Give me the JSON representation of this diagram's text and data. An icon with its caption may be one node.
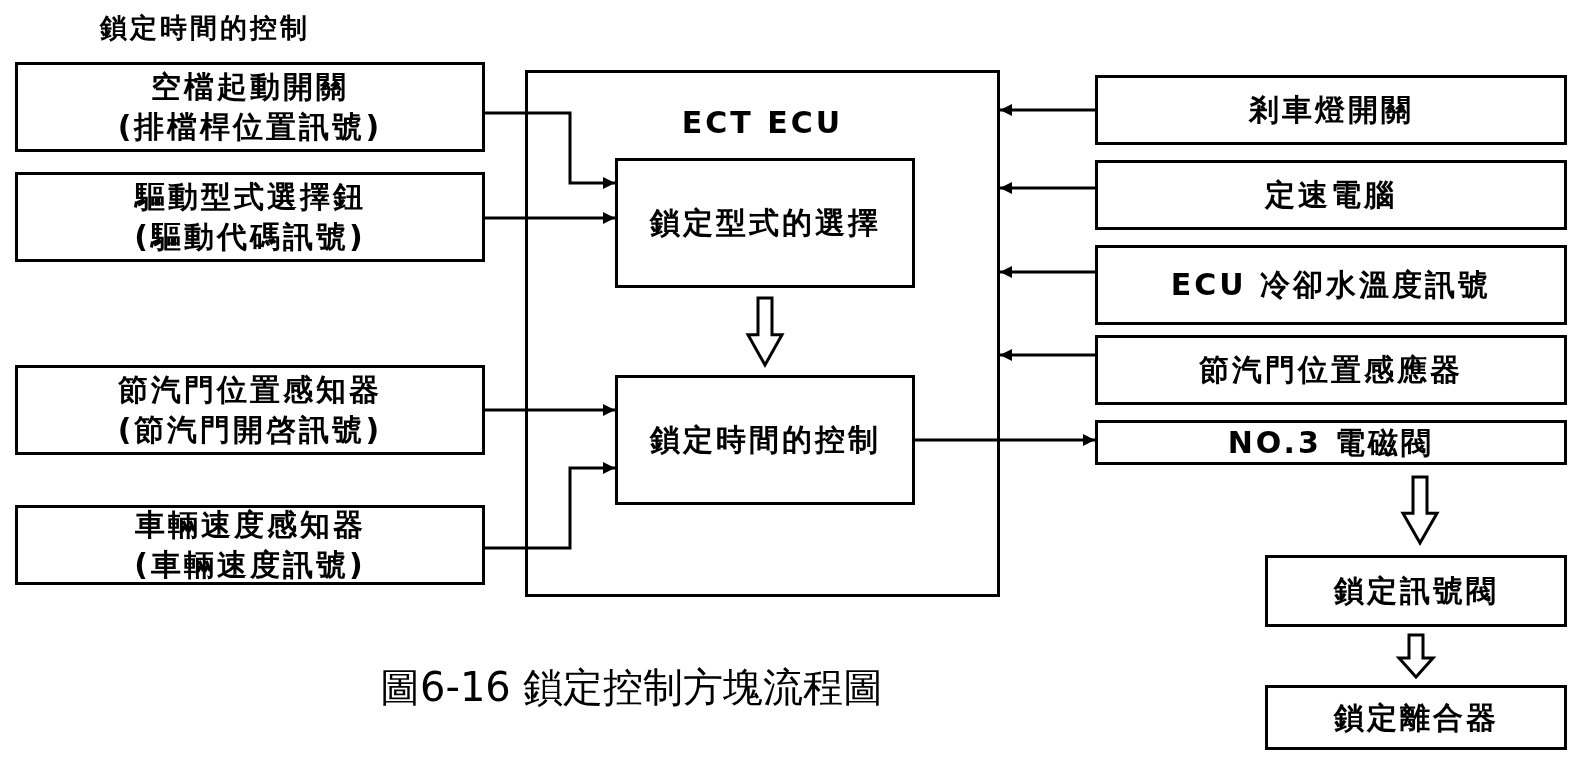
{
  "diagram": {
    "title": "鎖定時間的控制",
    "caption": "圖6-16 鎖定控制方塊流程圖",
    "nodes": [
      {
        "text": [
          "ECT ECU"
        ]
      },
      {
        "text": [
          "鎖定型式的選擇"
        ],
        "in": 0
      },
      {
        "text": [
          "鎖定時間的控制"
        ],
        "in": 0
      },
      {
        "text": [
          "空檔起動開關",
          "(排檔桿位置訊號)"
        ]
      },
      {
        "text": [
          "驅動型式選擇鈕",
          "(驅動代碼訊號)"
        ]
      },
      {
        "text": [
          "節汽門位置感知器",
          "(節汽門開啓訊號)"
        ]
      },
      {
        "text": [
          "車輛速度感知器",
          "(車輛速度訊號)"
        ]
      },
      {
        "text": [
          "剎車燈開關"
        ]
      },
      {
        "text": [
          "定速電腦"
        ]
      },
      {
        "text": [
          "ECU 冷卻水溫度訊號"
        ]
      },
      {
        "text": [
          "節汽門位置感應器"
        ]
      },
      {
        "text": [
          "NO.3 電磁閥"
        ]
      },
      {
        "text": [
          "鎖定訊號閥"
        ]
      },
      {
        "text": [
          "鎖定離合器"
        ]
      }
    ],
    "edges": [
      {
        "from": 3,
        "to": 1,
        "arrow": "to"
      },
      {
        "from": 4,
        "to": 1,
        "arrow": "to"
      },
      {
        "from": 5,
        "to": 2,
        "arrow": "to"
      },
      {
        "from": 6,
        "to": 2,
        "arrow": "to"
      },
      {
        "from": 7,
        "to": 0,
        "arrow": "to"
      },
      {
        "from": 8,
        "to": 0,
        "arrow": "to"
      },
      {
        "from": 9,
        "to": 0,
        "arrow": "to"
      },
      {
        "from": 10,
        "to": 0,
        "arrow": "to"
      },
      {
        "from": 1,
        "to": 2,
        "arrow": "to"
      },
      {
        "from": 2,
        "to": 11,
        "arrow": "to"
      },
      {
        "from": 11,
        "to": 12,
        "arrow": "to"
      },
      {
        "from": 12,
        "to": 13,
        "arrow": "to"
      }
    ]
  }
}
